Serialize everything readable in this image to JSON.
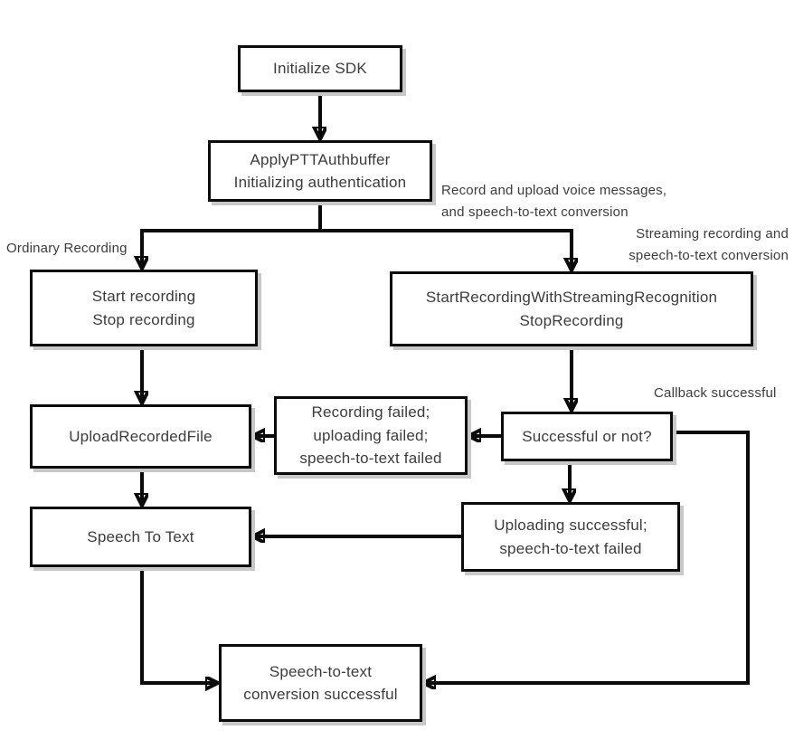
{
  "diagram": {
    "type": "flowchart",
    "boxes": {
      "initialize_sdk": {
        "lines": [
          "Initialize SDK"
        ]
      },
      "apply_ptt_authbuffer": {
        "lines": [
          "ApplyPTTAuthbuffer",
          "Initializing authentication"
        ]
      },
      "start_stop_recording": {
        "lines": [
          "Start recording",
          "Stop recording"
        ]
      },
      "streaming_recognition": {
        "lines": [
          "StartRecordingWithStreamingRecognition",
          "StopRecording"
        ]
      },
      "upload_recorded_file": {
        "lines": [
          "UploadRecordedFile"
        ]
      },
      "recording_failed": {
        "lines": [
          "Recording failed;",
          "uploading failed;",
          "speech-to-text failed"
        ]
      },
      "successful_or_not": {
        "lines": [
          "Successful or not?"
        ]
      },
      "speech_to_text": {
        "lines": [
          "Speech To Text"
        ]
      },
      "uploading_successful": {
        "lines": [
          "Uploading successful;",
          "speech-to-text failed"
        ]
      },
      "conversion_successful": {
        "lines": [
          "Speech-to-text",
          "conversion successful"
        ]
      }
    },
    "labels": {
      "ordinary_recording": "Ordinary Recording",
      "record_note": {
        "lines": [
          "Record and upload voice messages,",
          "and speech-to-text conversion"
        ]
      },
      "streaming_note": {
        "lines": [
          "Streaming recording and",
          "speech-to-text conversion"
        ]
      },
      "callback_successful": "Callback successful"
    },
    "colors": {
      "bg": "#ffffff",
      "border": "#0a0a0a",
      "arrow": "#0a0a0a",
      "text": "#3c3c3c",
      "shadow": "#c8c8c8"
    }
  }
}
